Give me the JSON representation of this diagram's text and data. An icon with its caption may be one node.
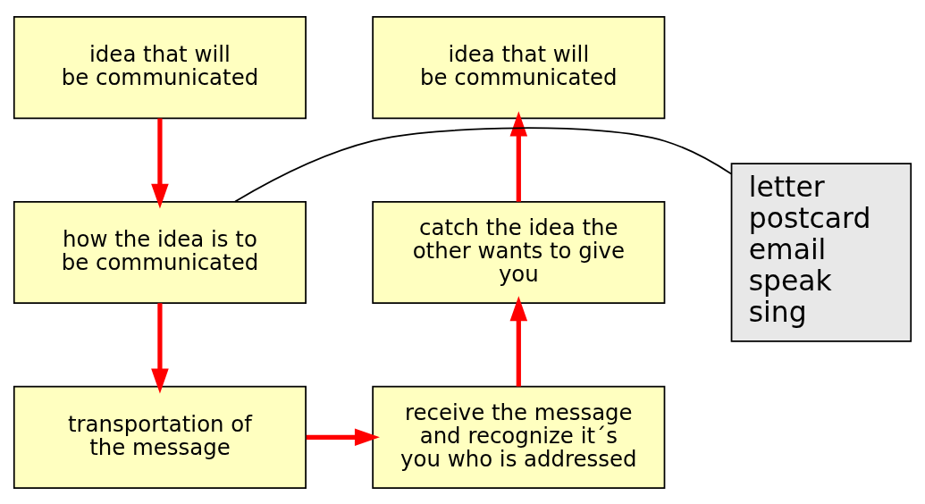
{
  "diagram": {
    "nodes": [
      {
        "text": [
          "idea that will be communicated"
        ]
      },
      {
        "text": [
          "how the idea is to be communicated"
        ]
      },
      {
        "text": [
          "transportation of the message"
        ]
      },
      {
        "text": [
          "receive the message and recognize it´s you who is addressed"
        ]
      },
      {
        "text": [
          "catch the idea the other wants to give you"
        ]
      },
      {
        "text": [
          "idea that will be communicated"
        ]
      },
      {
        "text": [
          "letter",
          "postcard",
          "email",
          "speak",
          "sing"
        ]
      }
    ],
    "edges": [
      {
        "from": 0,
        "to": 1,
        "arrow": "to"
      },
      {
        "from": 1,
        "to": 2,
        "arrow": "to"
      },
      {
        "from": 2,
        "to": 3,
        "arrow": "to"
      },
      {
        "from": 3,
        "to": 4,
        "arrow": "to"
      },
      {
        "from": 4,
        "to": 5,
        "arrow": "to"
      },
      {
        "from": 6,
        "to": 1,
        "arrow": "none",
        "color": "#000000"
      }
    ]
  }
}
